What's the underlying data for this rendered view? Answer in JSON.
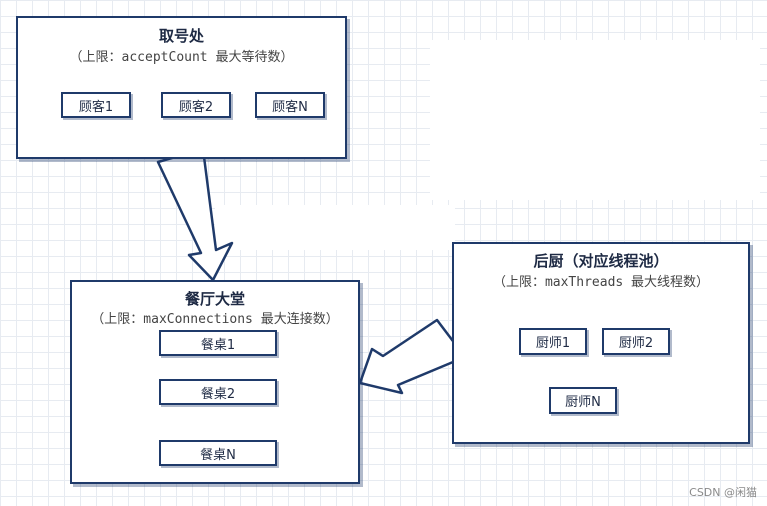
{
  "diagram": {
    "ticket_office": {
      "title": "取号处",
      "subtitle": "（上限：acceptCount 最大等待数）",
      "items": [
        "顾客1",
        "顾客2",
        "顾客N"
      ]
    },
    "dining_hall": {
      "title": "餐厅大堂",
      "subtitle": "（上限：maxConnections 最大连接数）",
      "items": [
        "餐桌1",
        "餐桌2",
        "餐桌N"
      ]
    },
    "kitchen": {
      "title": "后厨（对应线程池）",
      "subtitle": "（上限：maxThreads 最大线程数）",
      "items": [
        "厨师1",
        "厨师2",
        "厨师N"
      ]
    }
  },
  "watermark": "CSDN @闲猫",
  "colors": {
    "stroke": "#1f3a6a",
    "accent": "#8fb3e0"
  }
}
